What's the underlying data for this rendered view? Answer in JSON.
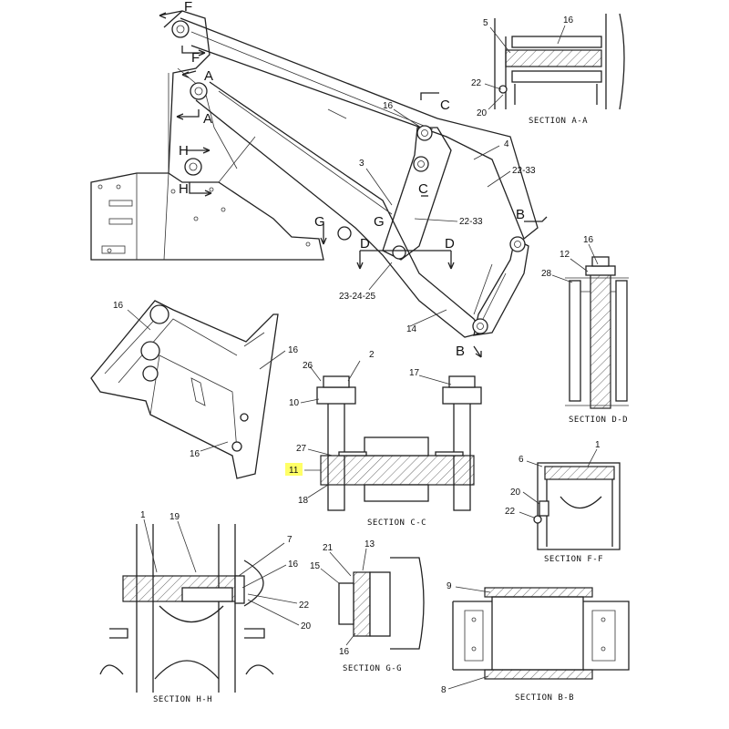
{
  "highlight_color": "#ffff66",
  "callouts": [
    {
      "id": "f1",
      "text": "F"
    },
    {
      "id": "f2",
      "text": "F"
    },
    {
      "id": "a1",
      "text": "A"
    },
    {
      "id": "a2",
      "text": "A"
    },
    {
      "id": "h1",
      "text": "H"
    },
    {
      "id": "h2",
      "text": "H"
    },
    {
      "id": "g1",
      "text": "G"
    },
    {
      "id": "g2",
      "text": "G"
    },
    {
      "id": "d1",
      "text": "D"
    },
    {
      "id": "d2",
      "text": "D"
    },
    {
      "id": "c1",
      "text": "C"
    },
    {
      "id": "c2",
      "text": "C"
    },
    {
      "id": "b1",
      "text": "B"
    },
    {
      "id": "b2",
      "text": "B"
    }
  ],
  "labels": {
    "main_16": "16",
    "main_4": "4",
    "main_3": "3",
    "main_22_33a": "22-33",
    "main_22_33b": "22-33",
    "main_23_24_25": "23-24-25",
    "main_14": "14",
    "iso_16a": "16",
    "iso_16b": "16",
    "iso_16c": "16",
    "aa_5": "5",
    "aa_16": "16",
    "aa_22": "22",
    "aa_20": "20",
    "dd_16": "16",
    "dd_12": "12",
    "dd_28": "28",
    "cc_2": "2",
    "cc_17": "17",
    "cc_26": "26",
    "cc_10": "10",
    "cc_27": "27",
    "cc_11": "11",
    "cc_18": "18",
    "ff_1": "1",
    "ff_6": "6",
    "ff_20": "20",
    "ff_22": "22",
    "hh_1": "1",
    "hh_19": "19",
    "hh_7": "7",
    "hh_16": "16",
    "hh_22": "22",
    "hh_20": "20",
    "gg_21": "21",
    "gg_13": "13",
    "gg_15": "15",
    "gg_16": "16",
    "bb_9": "9",
    "bb_8": "8"
  },
  "section_titles": {
    "aa": "SECTION A-A",
    "dd": "SECTION D-D",
    "cc": "SECTION C-C",
    "ff": "SECTION F-F",
    "hh": "SECTION H-H",
    "gg": "SECTION G-G",
    "bb": "SECTION B-B"
  }
}
